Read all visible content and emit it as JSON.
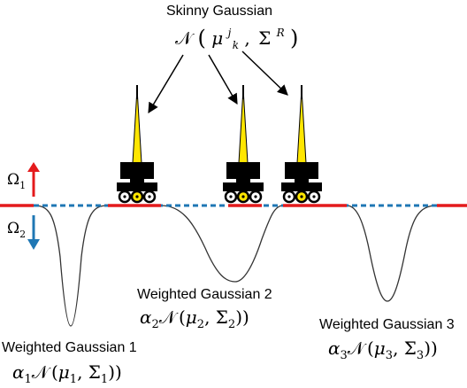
{
  "top_label": {
    "title": "Skinny Gaussian",
    "formula_pre": "𝒩",
    "formula_mu": "μ",
    "formula_sup": "j",
    "formula_sub": "k",
    "formula_sigma": "Σ",
    "formula_R": "R"
  },
  "axis": {
    "omega1": "Ω",
    "omega1_sub": "1",
    "omega2": "Ω",
    "omega2_sub": "2"
  },
  "gaussians": [
    {
      "title": "Weighted Gaussian 1",
      "alpha": "α",
      "idx": "1",
      "N": "𝒩",
      "mu": "μ",
      "sigma": "Σ"
    },
    {
      "title": "Weighted Gaussian 2",
      "alpha": "α",
      "idx": "2",
      "N": "𝒩",
      "mu": "μ",
      "sigma": "Σ"
    },
    {
      "title": "Weighted Gaussian 3",
      "alpha": "α",
      "idx": "3",
      "N": "𝒩",
      "mu": "μ",
      "sigma": "Σ"
    }
  ],
  "colors": {
    "baseline_solid": "#e41a1c",
    "baseline_dashed": "#1f77b4",
    "omega1_arrow": "#e41a1c",
    "omega2_arrow": "#1f77b4",
    "cart": "#000000",
    "beam": "#ffe600",
    "curve": "#333333"
  },
  "icons": [
    "rover-icon",
    "sensor-beam-icon",
    "up-arrow-icon",
    "down-arrow-icon"
  ]
}
